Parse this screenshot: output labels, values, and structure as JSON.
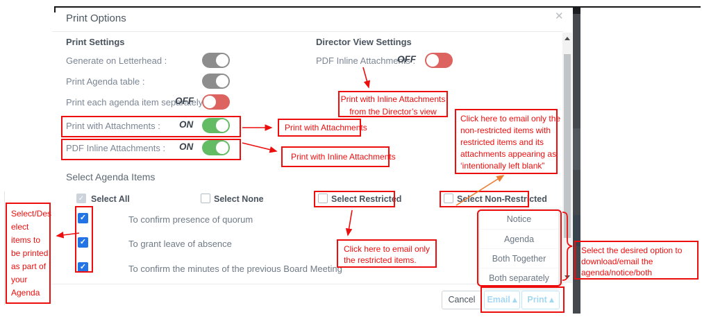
{
  "dialog": {
    "title": "Print Options",
    "print_settings": {
      "heading": "Print Settings",
      "rows": [
        {
          "label": "Generate on Letterhead :",
          "state": ""
        },
        {
          "label": "Print Agenda table :",
          "state": ""
        },
        {
          "label": "Print each agenda item separately :",
          "state": "OFF"
        },
        {
          "label": "Print with Attachments :",
          "state": "ON"
        },
        {
          "label": "PDF Inline Attachments :",
          "state": "ON"
        }
      ]
    },
    "director_settings": {
      "heading": "Director View Settings",
      "row": {
        "label": "PDF Inline Attachments :",
        "state": "OFF"
      }
    },
    "select_agenda": {
      "heading": "Select Agenda Items",
      "filters": [
        {
          "label": "Select All",
          "checked": true
        },
        {
          "label": "Select None",
          "checked": false
        },
        {
          "label": "Select Restricted",
          "checked": false
        },
        {
          "label": "Select Non-Restricted",
          "checked": false
        }
      ],
      "items": [
        {
          "label": "To confirm presence of quorum",
          "checked": true
        },
        {
          "label": "To grant leave of absence",
          "checked": true
        },
        {
          "label": "To confirm the minutes of the previous Board Meeting",
          "checked": true
        }
      ]
    },
    "dropdown": {
      "options": [
        "Notice",
        "Agenda",
        "Both Together",
        "Both separately"
      ]
    },
    "footer": {
      "cancel": "Cancel",
      "email": "Email",
      "print": "Print"
    }
  },
  "annotations": {
    "director_note": {
      "lines": [
        "Print with Inline Attachments",
        "from the Director’s view"
      ]
    },
    "attachments_note": {
      "text": "Print with Attachments"
    },
    "inline_note": {
      "text": "Print with Inline Attachments"
    },
    "nonrestricted_note": {
      "lines": [
        "Click here to email only the",
        "non-restricted items with",
        "restricted items and its",
        "attachments appearing as",
        "‘intentionally left blank”"
      ]
    },
    "select_items_note": {
      "lines": [
        "Select/Des",
        "elect",
        "items to",
        "be printed",
        "as part of",
        "your",
        "Agenda"
      ]
    },
    "restricted_note": {
      "lines": [
        "Click here to email only",
        "the restricted items."
      ]
    },
    "download_note": {
      "lines": [
        "Select the desired option to",
        "download/email the",
        "agenda/notice/both"
      ]
    }
  },
  "icons": {
    "close": "✕",
    "check": "✓",
    "caret_up": "▴"
  },
  "colors": {
    "annotation_red": "#ee0d0d",
    "arrow_orange": "#ed7d31",
    "toggle_gray": "#8d8d8d",
    "toggle_green": "#63bb64",
    "toggle_red": "#dc635f",
    "checkbox_blue": "#2273e6",
    "button_blue": "#a3d8f2",
    "heading_text": "#49535e",
    "label_text": "#7b8694"
  }
}
